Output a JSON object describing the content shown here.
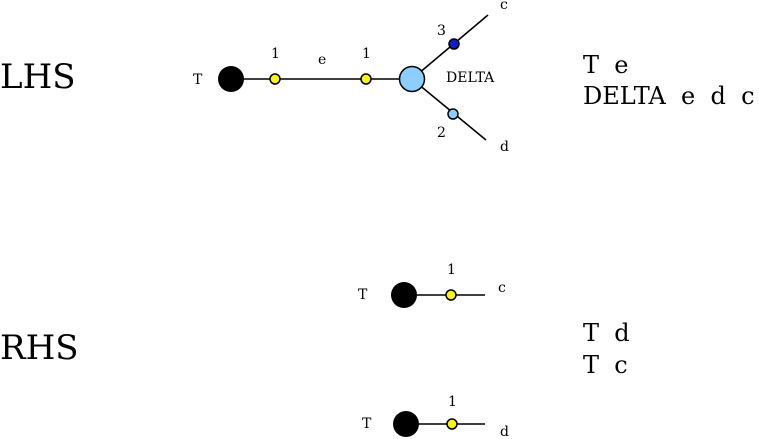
{
  "lhs": {
    "heading": "LHS",
    "diagram": {
      "t_label": "T",
      "port1_left": "1",
      "edge_label": "e",
      "port1_right": "1",
      "delta_label": "DELTA",
      "port3": "3",
      "port2": "2",
      "leg_c": "c",
      "leg_d": "d"
    },
    "rules": [
      "T  e",
      "DELTA  e  d  c"
    ]
  },
  "rhs": {
    "heading": "RHS",
    "diagram_top": {
      "t_label": "T",
      "port": "1",
      "leg": "c"
    },
    "diagram_bottom": {
      "t_label": "T",
      "port": "1",
      "leg": "d"
    },
    "rules": [
      "T  d",
      "T  c"
    ]
  },
  "colors": {
    "tensor_node": "#000000",
    "port_yellow": "#f7f41d",
    "delta_node": "#8ccfff",
    "port_dark_blue": "#1020c0"
  }
}
